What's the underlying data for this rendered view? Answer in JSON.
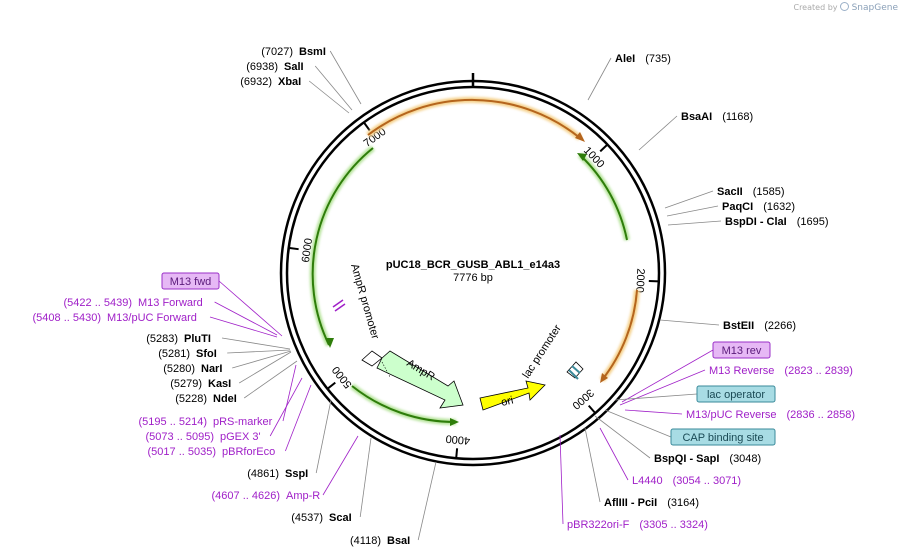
{
  "watermark": {
    "prefix": "Created by",
    "brand": "SnapGene"
  },
  "plasmid": {
    "name": "pUC18_BCR_GUSB_ABL1_e14a3",
    "size_label": "7776 bp",
    "length": 7776
  },
  "colors": {
    "backbone": "#000000",
    "enzyme_text": "#000000",
    "feature_text": "#a020c8",
    "feature_line": "#a020c8",
    "leader_line": "#888888",
    "orange_arrow": "#d2691e",
    "orange_glow": "#f5d08a",
    "green_arrow": "#2e7d0a",
    "green_glow": "#b5e39a",
    "ampr_fill": "#ccffcc",
    "ori_fill": "#ffff00",
    "box_purple_fill": "#e6b8f5",
    "box_purple_stroke": "#9b30c8",
    "box_teal_fill": "#a8dce4",
    "box_teal_stroke": "#3a8a9a"
  },
  "ticks": [
    {
      "pos": 1000,
      "label": "1000"
    },
    {
      "pos": 2000,
      "label": "2000"
    },
    {
      "pos": 3000,
      "label": "3000"
    },
    {
      "pos": 4000,
      "label": "4000"
    },
    {
      "pos": 5000,
      "label": "5000"
    },
    {
      "pos": 6000,
      "label": "6000"
    },
    {
      "pos": 7000,
      "label": "7000"
    }
  ],
  "enzymes": [
    {
      "name": "BsmI",
      "pos": "(7027)",
      "side": "left"
    },
    {
      "name": "SalI",
      "pos": "(6938)",
      "side": "left"
    },
    {
      "name": "XbaI",
      "pos": "(6932)",
      "side": "left"
    },
    {
      "name": "AleI",
      "pos": "(735)",
      "side": "right"
    },
    {
      "name": "BsaAI",
      "pos": "(1168)",
      "side": "right"
    },
    {
      "name": "SacII",
      "pos": "(1585)",
      "side": "right"
    },
    {
      "name": "PaqCI",
      "pos": "(1632)",
      "side": "right"
    },
    {
      "name": "BspDI - ClaI",
      "pos": "(1695)",
      "side": "right"
    },
    {
      "name": "BstEII",
      "pos": "(2266)",
      "side": "right"
    },
    {
      "name": "BspQI - SapI",
      "pos": "(3048)",
      "side": "right"
    },
    {
      "name": "AflIII - PciI",
      "pos": "(3164)",
      "side": "right"
    },
    {
      "name": "PluTI",
      "pos": "(5283)",
      "side": "left"
    },
    {
      "name": "SfoI",
      "pos": "(5281)",
      "side": "left"
    },
    {
      "name": "NarI",
      "pos": "(5280)",
      "side": "left"
    },
    {
      "name": "KasI",
      "pos": "(5279)",
      "side": "left"
    },
    {
      "name": "NdeI",
      "pos": "(5228)",
      "side": "left"
    },
    {
      "name": "SspI",
      "pos": "(4861)",
      "side": "left"
    },
    {
      "name": "ScaI",
      "pos": "(4537)",
      "side": "left"
    },
    {
      "name": "BsaI",
      "pos": "(4118)",
      "side": "left"
    }
  ],
  "features": [
    {
      "name": "M13 Forward",
      "range": "(5422 .. 5439)",
      "side": "left"
    },
    {
      "name": "M13/pUC Forward",
      "range": "(5408 .. 5430)",
      "side": "left"
    },
    {
      "name": "pRS-marker",
      "range": "(5195 .. 5214)",
      "side": "left"
    },
    {
      "name": "pGEX 3'",
      "range": "(5073 .. 5095)",
      "side": "left"
    },
    {
      "name": "pBRforEco",
      "range": "(5017 .. 5035)",
      "side": "left"
    },
    {
      "name": "Amp-R",
      "range": "(4607 .. 4626)",
      "side": "left"
    },
    {
      "name": "M13 Reverse",
      "range": "(2823 .. 2839)",
      "side": "right"
    },
    {
      "name": "M13/pUC Reverse",
      "range": "(2836 .. 2858)",
      "side": "right"
    },
    {
      "name": "L4440",
      "range": "(3054 .. 3071)",
      "side": "right"
    },
    {
      "name": "pBR322ori-F",
      "range": "(3305 .. 3324)",
      "side": "right"
    }
  ],
  "boxes": [
    {
      "label": "M13 fwd",
      "style": "purple"
    },
    {
      "label": "M13 rev",
      "style": "purple"
    },
    {
      "label": "lac operator",
      "style": "teal"
    },
    {
      "label": "CAP binding site",
      "style": "teal"
    }
  ],
  "inner_labels": {
    "ampr_promoter": "AmpR promoter",
    "ampr": "AmpR",
    "ori": "ori",
    "lac_promoter": "lac promoter"
  }
}
